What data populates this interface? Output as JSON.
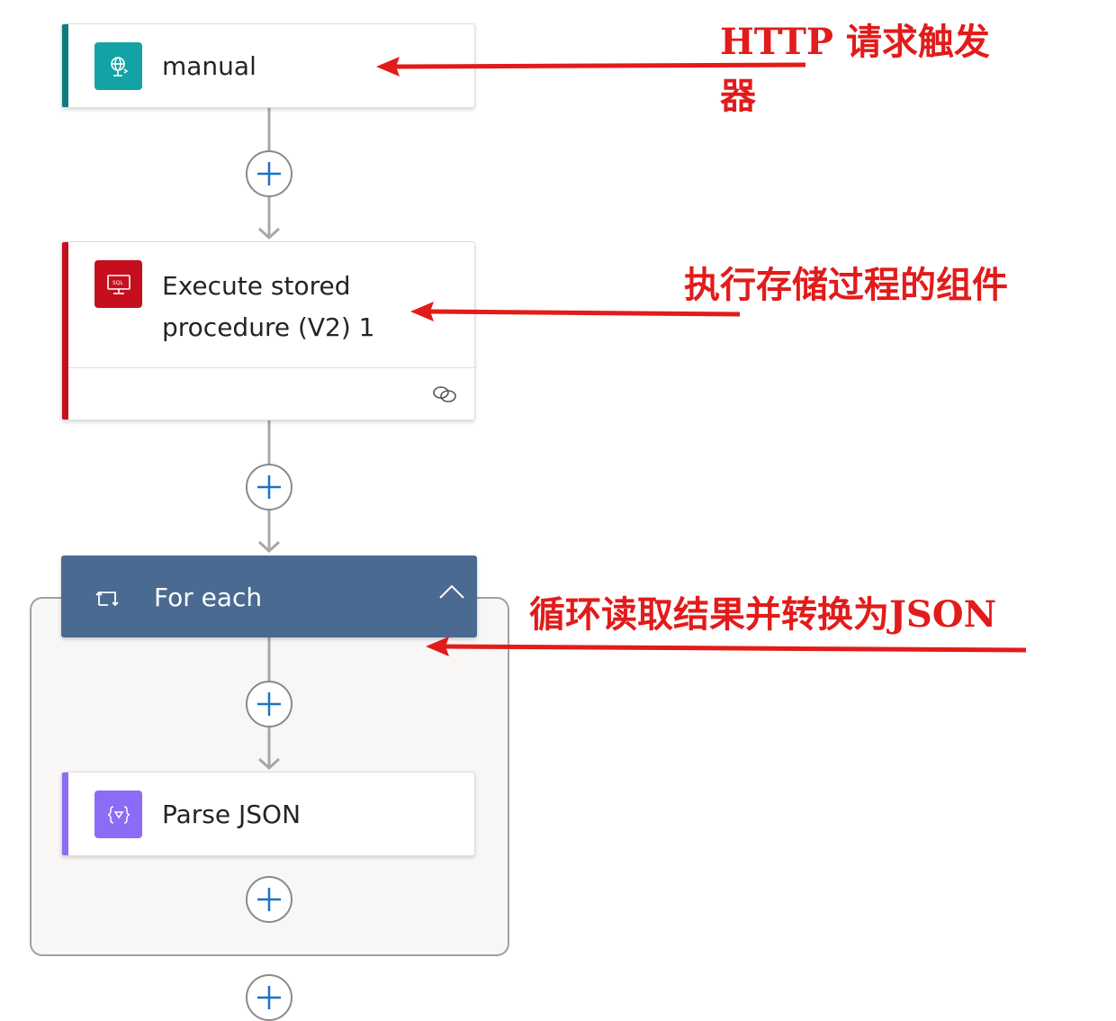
{
  "flow": {
    "trigger": {
      "title": "manual",
      "icon": "globe-http-icon",
      "color": "#13a3a4"
    },
    "sql_action": {
      "title_line1": "Execute stored",
      "title_line2": "procedure (V2) 1",
      "icon": "sql-monitor-icon",
      "color": "#c50f1f"
    },
    "foreach": {
      "title": "For each",
      "icon": "loop-icon",
      "color": "#4a6a91"
    },
    "parse_json": {
      "title": "Parse JSON",
      "icon": "braces-icon",
      "color": "#8b6cf6"
    }
  },
  "annotations": {
    "trigger_note_line1": "HTTP 请求触发",
    "trigger_note_line2": "器",
    "sql_note": "执行存储过程的组件",
    "loop_note": "循环读取结果并转换为JSON",
    "color": "#e21b1b"
  }
}
